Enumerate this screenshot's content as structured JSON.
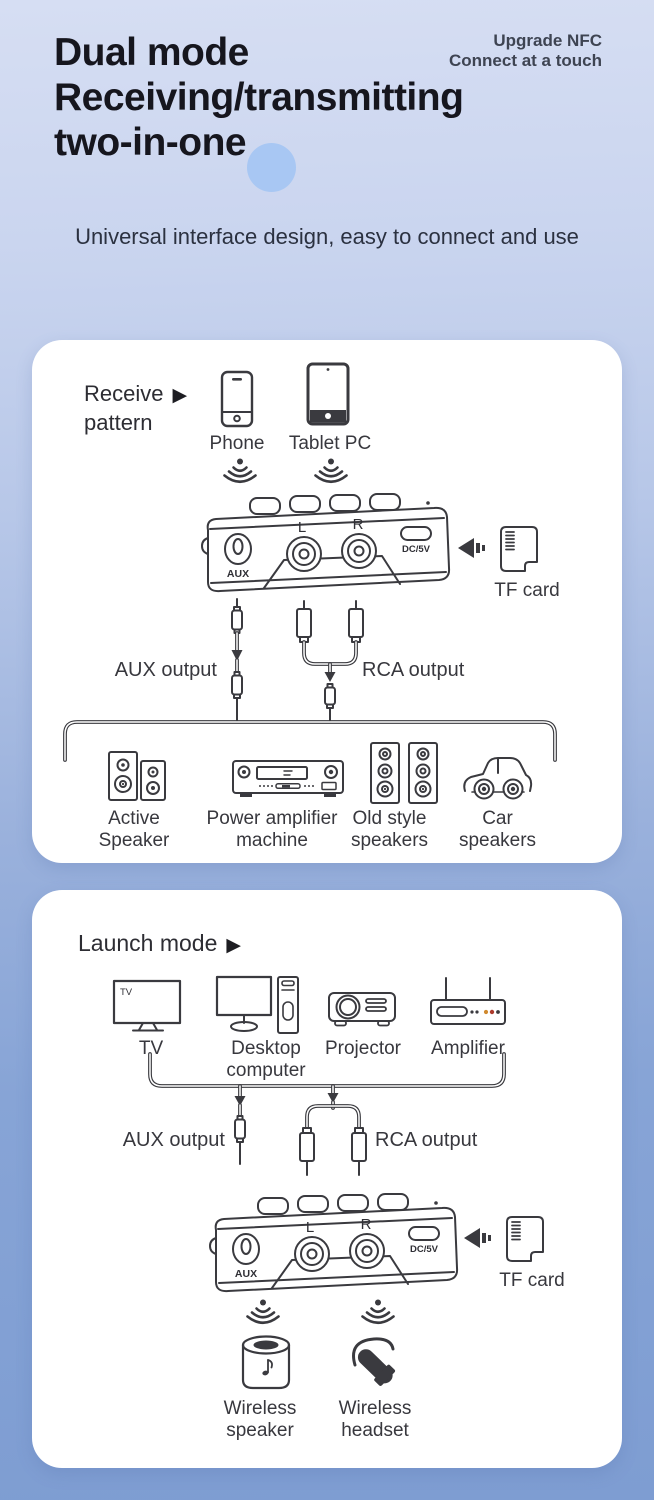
{
  "header": {
    "title_lines": [
      "Dual mode",
      "Receiving/transmitting",
      "two-in-one"
    ],
    "nfc_line1": "Upgrade NFC",
    "nfc_line2": "Connect at a touch",
    "subtitle": "Universal interface design, easy to connect and use"
  },
  "receive_card": {
    "mode_line1": "Receive",
    "mode_line2": "pattern",
    "source_phone": "Phone",
    "source_tablet": "Tablet PC",
    "device": {
      "aux": "AUX",
      "left": "L",
      "right": "R",
      "power": "DC/5V"
    },
    "tf_card": "TF card",
    "aux_output": "AUX output",
    "rca_output": "RCA output",
    "outputs": [
      {
        "line1": "Active",
        "line2": "Speaker"
      },
      {
        "line1": "Power amplifier",
        "line2": "machine"
      },
      {
        "line1": "Old style",
        "line2": "speakers"
      },
      {
        "line1": "Car",
        "line2": "speakers"
      }
    ]
  },
  "launch_card": {
    "mode_label": "Launch mode",
    "tv_screen_text": "TV",
    "sources": [
      {
        "line1": "TV",
        "line2": ""
      },
      {
        "line1": "Desktop",
        "line2": "computer"
      },
      {
        "line1": "Projector",
        "line2": ""
      },
      {
        "line1": "Amplifier",
        "line2": ""
      }
    ],
    "device": {
      "aux": "AUX",
      "left": "L",
      "right": "R",
      "power": "DC/5V"
    },
    "tf_card": "TF card",
    "aux_output": "AUX output",
    "rca_output": "RCA output",
    "receivers": [
      {
        "line1": "Wireless",
        "line2": "speaker"
      },
      {
        "line1": "Wireless",
        "line2": "headset"
      }
    ]
  },
  "colors": {
    "background_top": "#d6def3",
    "background_bottom": "#7e9dd2",
    "card": "#ffffff",
    "ink": "#3a3a3f",
    "accent_circle": "#a8c7f3",
    "amp_dot_orange": "#d08a2f",
    "amp_dot_red": "#ad3a2c"
  }
}
